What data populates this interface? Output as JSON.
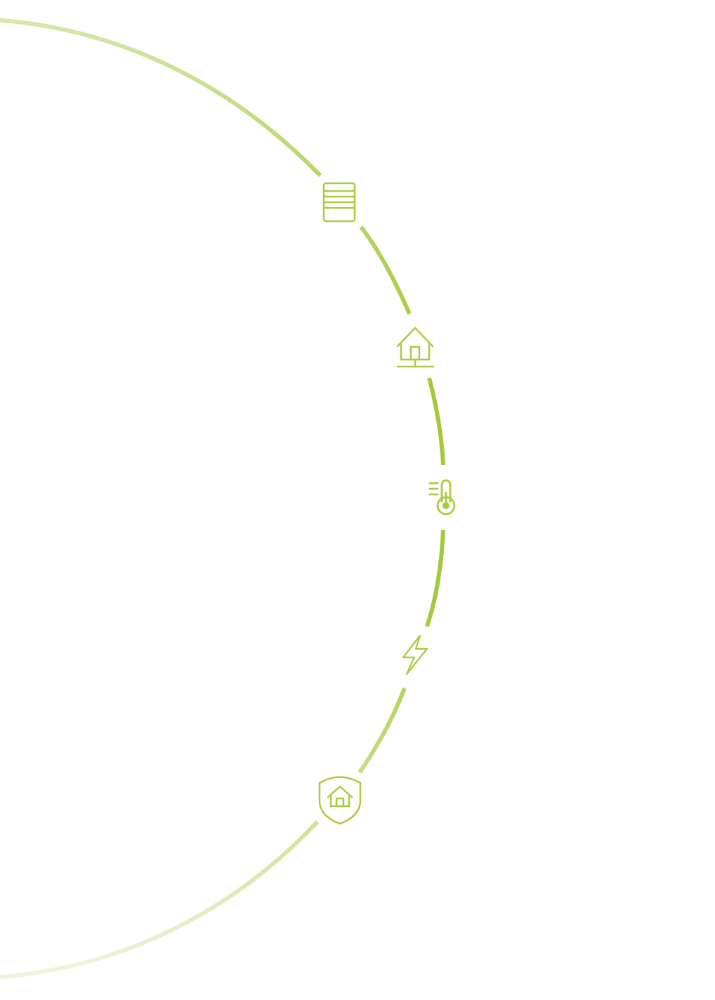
{
  "theme": {
    "accent": "#A3C93A",
    "accent_faded": "#D7E8AE",
    "background": "#FFFFFF"
  },
  "timeline": {
    "icons": [
      {
        "id": "shutter",
        "icon": "roller-shutter-icon"
      },
      {
        "id": "house",
        "icon": "smart-home-icon"
      },
      {
        "id": "thermo",
        "icon": "thermometer-icon"
      },
      {
        "id": "power",
        "icon": "lightning-bolt-icon"
      },
      {
        "id": "security",
        "icon": "home-security-shield-icon"
      }
    ]
  }
}
